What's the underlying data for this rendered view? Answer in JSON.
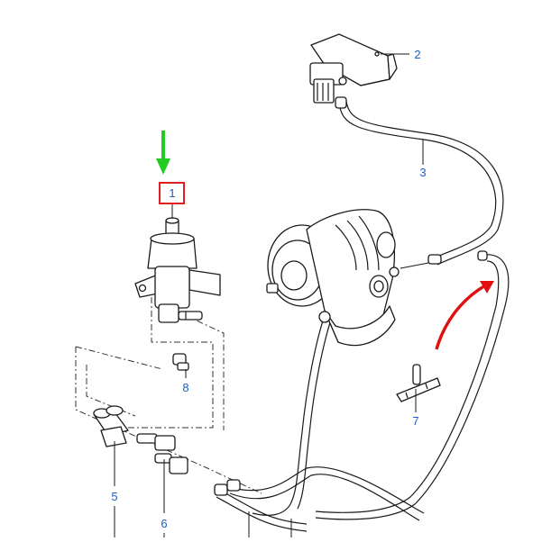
{
  "callouts": {
    "c1": "1",
    "c2": "2",
    "c3": "3",
    "c5": "5",
    "c6": "6",
    "c7": "7",
    "c8": "8"
  },
  "colors": {
    "callout_text": "#1a5fc4",
    "highlight_box": "#e02020",
    "green_arrow": "#22cc22",
    "red_arrow": "#e01010"
  }
}
